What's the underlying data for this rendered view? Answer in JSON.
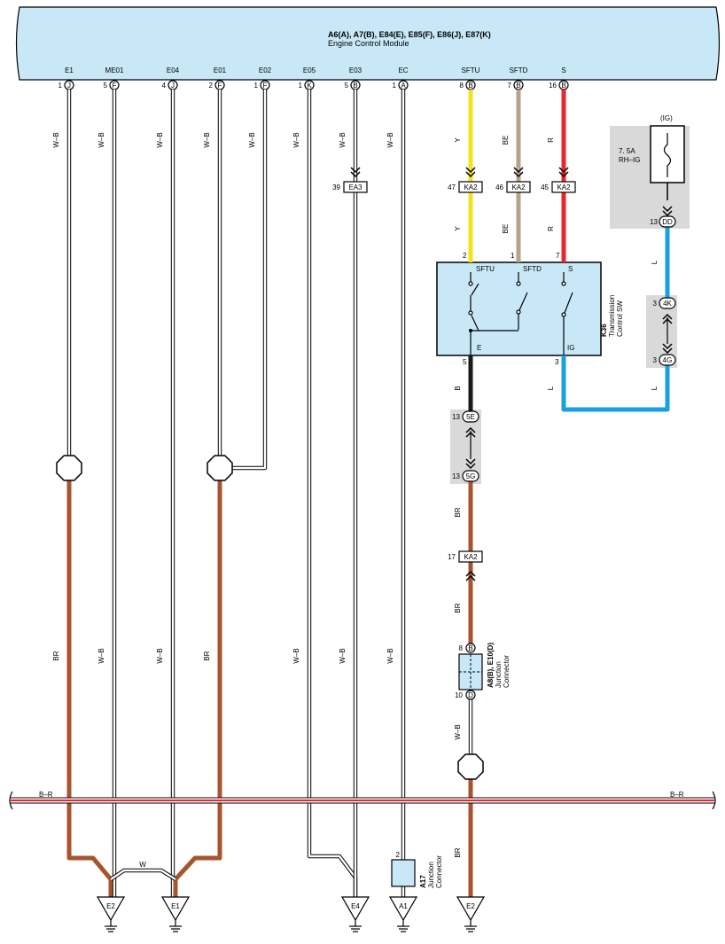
{
  "ecm": {
    "connectors": "A6(A), A7(B), E84(E), E85(F), E86(J), E87(K)",
    "name": "Engine Control Module"
  },
  "terminals": [
    {
      "name": "E1",
      "pin": "1",
      "conn": "J",
      "color": "W–B"
    },
    {
      "name": "ME01",
      "pin": "5",
      "conn": "F",
      "color": "W–B"
    },
    {
      "name": "E04",
      "pin": "4",
      "conn": "J",
      "color": "W–B"
    },
    {
      "name": "E01",
      "pin": "2",
      "conn": "F",
      "color": "W–B"
    },
    {
      "name": "E02",
      "pin": "1",
      "conn": "F",
      "color": "W–B"
    },
    {
      "name": "E05",
      "pin": "1",
      "conn": "K",
      "color": "W–B"
    },
    {
      "name": "E03",
      "pin": "5",
      "conn": "B",
      "color": "W–B"
    },
    {
      "name": "EC",
      "pin": "1",
      "conn": "A",
      "color": "W–B"
    },
    {
      "name": "SFTU",
      "pin": "8",
      "conn": "B",
      "color": "Y"
    },
    {
      "name": "SFTD",
      "pin": "7",
      "conn": "B",
      "color": "BE"
    },
    {
      "name": "S",
      "pin": "16",
      "conn": "B",
      "color": "R"
    }
  ],
  "inline": {
    "ea3": {
      "pin": "39",
      "label": "EA3"
    },
    "ka2_sftu": {
      "pin": "47",
      "label": "KA2"
    },
    "ka2_sftd": {
      "pin": "46",
      "label": "KA2"
    },
    "ka2_s": {
      "pin": "45",
      "label": "KA2"
    },
    "ka2_17": {
      "pin": "17",
      "label": "KA2"
    }
  },
  "switch": {
    "id": "K36",
    "name1": "Transmission",
    "name2": "Control SW",
    "pins": {
      "sftu": "2",
      "sftd": "1",
      "s": "7",
      "e": "5",
      "ig": "3"
    },
    "labels": {
      "sftu": "SFTU",
      "sftd": "SFTD",
      "s": "S",
      "e": "E",
      "ig": "IG"
    }
  },
  "fuse": {
    "circuit": "(IG)",
    "rating": "7. 5A",
    "name": "RH–IG",
    "pin": "13",
    "conn": "DD"
  },
  "joints": {
    "j4k": {
      "pin": "3",
      "label": "4K"
    },
    "j4g": {
      "pin": "3",
      "label": "4G"
    },
    "j5e": {
      "pin": "13",
      "label": "5E"
    },
    "j5g": {
      "pin": "13",
      "label": "5G"
    }
  },
  "junction_a8": {
    "id": "A8(B), E10(D)",
    "name1": "Junction",
    "name2": "Connector",
    "pin_top": "8",
    "conn_top": "B",
    "pin_bot": "10",
    "conn_bot": "D"
  },
  "junction_a17": {
    "id": "A17",
    "name1": "Junction",
    "name2": "Connector",
    "pin": "2"
  },
  "wire_colors": {
    "switch_e": "B",
    "switch_ig": "L",
    "fuse_out": "L",
    "joint_out": "L",
    "br_lower": "BR",
    "br_17": "BR",
    "w_b_mid": "W–B",
    "br_bottom": "BR",
    "e1_brown": "BR",
    "e01_brown": "BR",
    "short": "W",
    "bus": "B–R"
  },
  "mid_labels": [
    "BR",
    "W–B",
    "W–B",
    "BR",
    "W–B",
    "W–B",
    "W–B"
  ],
  "grounds": [
    "E2",
    "E1",
    "E4",
    "A1",
    "E2"
  ],
  "colors": {
    "header": "#c8e8f8",
    "yellow": "#f5e21a",
    "beige": "#b5a38c",
    "red": "#e8262b",
    "blue": "#1aa0e0",
    "brown": "#a8552f",
    "gray": "#d9d9d9",
    "black": "#1a1a1a"
  }
}
